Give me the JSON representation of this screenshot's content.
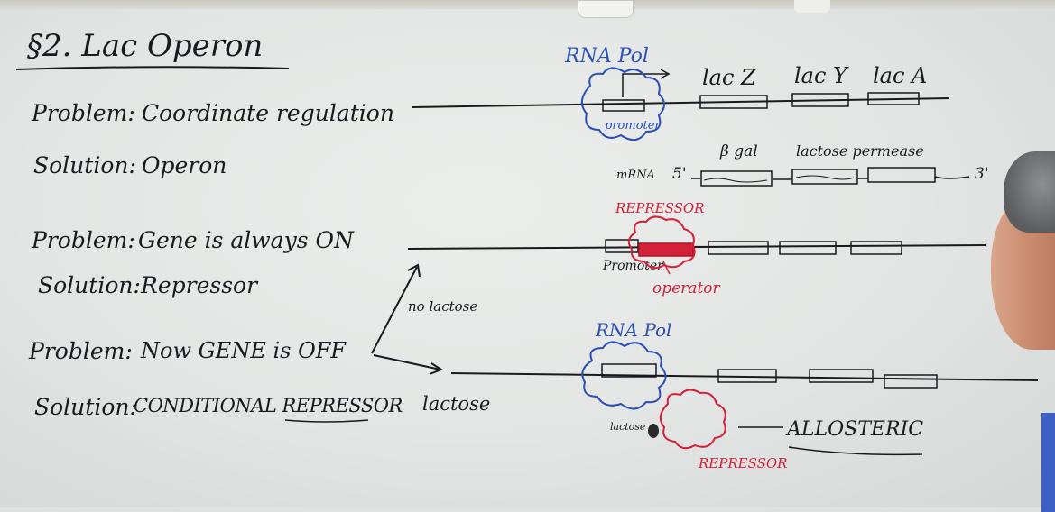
{
  "left": {
    "title": "§2. Lac Operon",
    "rows": [
      {
        "label": "Problem:",
        "text": "Coordinate regulation"
      },
      {
        "label": "Solution:",
        "text": "Operon"
      },
      {
        "label": "Problem:",
        "text": "Gene is always ON"
      },
      {
        "label": "Solution:",
        "text": "Repressor"
      },
      {
        "label": "Problem:",
        "text": "Now GENE is OFF"
      },
      {
        "label": "Solution:",
        "text": "CONDITIONAL REPRESSOR"
      }
    ],
    "branch_no_lactose": "no lactose",
    "branch_lactose": "lactose"
  },
  "diagram1": {
    "rna_pol": "RNA Pol",
    "promoter": "promoter",
    "genes": [
      "lac Z",
      "lac Y",
      "lac A"
    ]
  },
  "diagram2": {
    "mrna": "mRNA",
    "five_prime": "5'",
    "three_prime": "3'",
    "b_gal": "β gal",
    "permease": "lactose permease"
  },
  "diagram3": {
    "repressor": "REPRESSOR",
    "promoter": "Promoter",
    "operator": "operator"
  },
  "diagram4": {
    "rna_pol": "RNA Pol",
    "lactose": "lactose",
    "repressor": "REPRESSOR",
    "allosteric": "ALLOSTERIC"
  },
  "colors": {
    "ink": "#1a1a1e",
    "blue_marker": "#2c4fb5",
    "red_marker": "#d42038",
    "board": "#e6e9e7"
  }
}
